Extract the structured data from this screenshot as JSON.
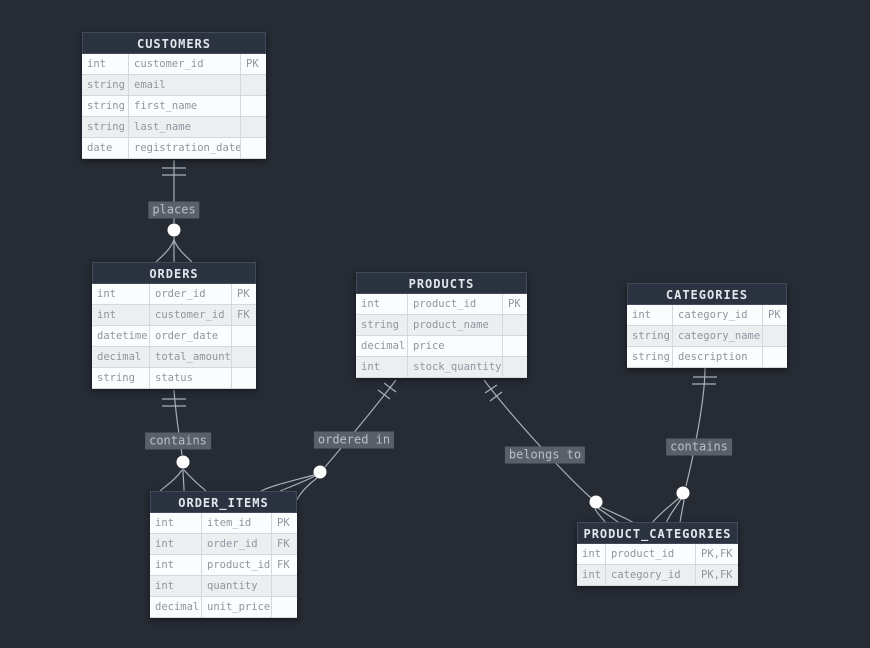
{
  "tables": {
    "customers": {
      "name": "CUSTOMERS",
      "rows": [
        {
          "type": "int",
          "name": "customer_id",
          "key": "PK"
        },
        {
          "type": "string",
          "name": "email",
          "key": ""
        },
        {
          "type": "string",
          "name": "first_name",
          "key": ""
        },
        {
          "type": "string",
          "name": "last_name",
          "key": ""
        },
        {
          "type": "date",
          "name": "registration_date",
          "key": ""
        }
      ]
    },
    "orders": {
      "name": "ORDERS",
      "rows": [
        {
          "type": "int",
          "name": "order_id",
          "key": "PK"
        },
        {
          "type": "int",
          "name": "customer_id",
          "key": "FK"
        },
        {
          "type": "datetime",
          "name": "order_date",
          "key": ""
        },
        {
          "type": "decimal",
          "name": "total_amount",
          "key": ""
        },
        {
          "type": "string",
          "name": "status",
          "key": ""
        }
      ]
    },
    "products": {
      "name": "PRODUCTS",
      "rows": [
        {
          "type": "int",
          "name": "product_id",
          "key": "PK"
        },
        {
          "type": "string",
          "name": "product_name",
          "key": ""
        },
        {
          "type": "decimal",
          "name": "price",
          "key": ""
        },
        {
          "type": "int",
          "name": "stock_quantity",
          "key": ""
        }
      ]
    },
    "categories": {
      "name": "CATEGORIES",
      "rows": [
        {
          "type": "int",
          "name": "category_id",
          "key": "PK"
        },
        {
          "type": "string",
          "name": "category_name",
          "key": ""
        },
        {
          "type": "string",
          "name": "description",
          "key": ""
        }
      ]
    },
    "order_items": {
      "name": "ORDER_ITEMS",
      "rows": [
        {
          "type": "int",
          "name": "item_id",
          "key": "PK"
        },
        {
          "type": "int",
          "name": "order_id",
          "key": "FK"
        },
        {
          "type": "int",
          "name": "product_id",
          "key": "FK"
        },
        {
          "type": "int",
          "name": "quantity",
          "key": ""
        },
        {
          "type": "decimal",
          "name": "unit_price",
          "key": ""
        }
      ]
    },
    "product_categories": {
      "name": "PRODUCT_CATEGORIES",
      "rows": [
        {
          "type": "int",
          "name": "product_id",
          "key": "PK,FK"
        },
        {
          "type": "int",
          "name": "category_id",
          "key": "PK,FK"
        }
      ]
    }
  },
  "relationships": [
    {
      "from": "CUSTOMERS",
      "to": "ORDERS",
      "label": "places",
      "from_cardinality": "one",
      "to_cardinality": "many"
    },
    {
      "from": "ORDERS",
      "to": "ORDER_ITEMS",
      "label": "contains",
      "from_cardinality": "one",
      "to_cardinality": "many"
    },
    {
      "from": "PRODUCTS",
      "to": "ORDER_ITEMS",
      "label": "ordered in",
      "from_cardinality": "one",
      "to_cardinality": "many"
    },
    {
      "from": "PRODUCTS",
      "to": "PRODUCT_CATEGORIES",
      "label": "belongs to",
      "from_cardinality": "one",
      "to_cardinality": "many"
    },
    {
      "from": "CATEGORIES",
      "to": "PRODUCT_CATEGORIES",
      "label": "contains",
      "from_cardinality": "one",
      "to_cardinality": "many"
    }
  ],
  "colors": {
    "background": "#262b34",
    "table_header_bg": "#2b3340",
    "table_header_text": "#e2e6eb",
    "row_bg": "#fbfcfd",
    "row_alt_bg": "#eceef0",
    "row_text": "#8f96a0",
    "wire": "#a9afb8",
    "cardinality_dot": "#ffffff",
    "label_bg": "#59606a",
    "label_text": "#b9bfc7"
  }
}
